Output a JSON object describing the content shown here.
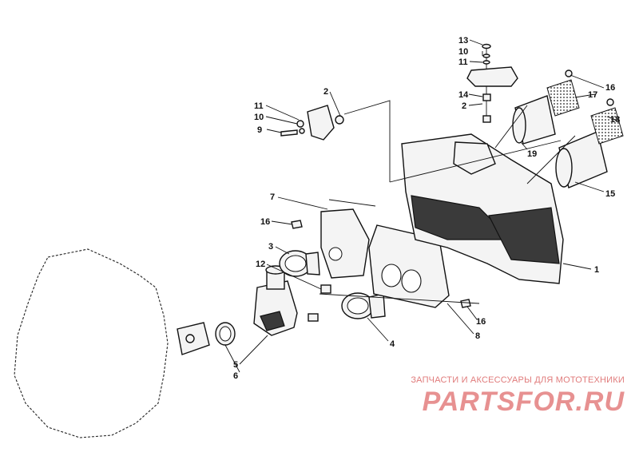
{
  "diagram": {
    "callouts": [
      {
        "id": "c1",
        "label": "1"
      },
      {
        "id": "c2a",
        "label": "2"
      },
      {
        "id": "c2b",
        "label": "2"
      },
      {
        "id": "c3",
        "label": "3"
      },
      {
        "id": "c4",
        "label": "4"
      },
      {
        "id": "c5",
        "label": "5"
      },
      {
        "id": "c6",
        "label": "6"
      },
      {
        "id": "c7",
        "label": "7"
      },
      {
        "id": "c8",
        "label": "8"
      },
      {
        "id": "c9",
        "label": "9"
      },
      {
        "id": "c10a",
        "label": "10"
      },
      {
        "id": "c10b",
        "label": "10"
      },
      {
        "id": "c11a",
        "label": "11"
      },
      {
        "id": "c11b",
        "label": "11"
      },
      {
        "id": "c12",
        "label": "12"
      },
      {
        "id": "c13",
        "label": "13"
      },
      {
        "id": "c14",
        "label": "14"
      },
      {
        "id": "c15",
        "label": "15"
      },
      {
        "id": "c16a",
        "label": "16"
      },
      {
        "id": "c16b",
        "label": "16"
      },
      {
        "id": "c16c",
        "label": "16"
      },
      {
        "id": "c17",
        "label": "17"
      },
      {
        "id": "c18",
        "label": "18"
      },
      {
        "id": "c19",
        "label": "19"
      }
    ]
  },
  "watermark": {
    "subtitle": "ЗАПЧАСТИ И АКСЕССУАРЫ ДЛЯ МОТОТЕХНИКИ",
    "logo": "PARTSFOR.RU"
  }
}
